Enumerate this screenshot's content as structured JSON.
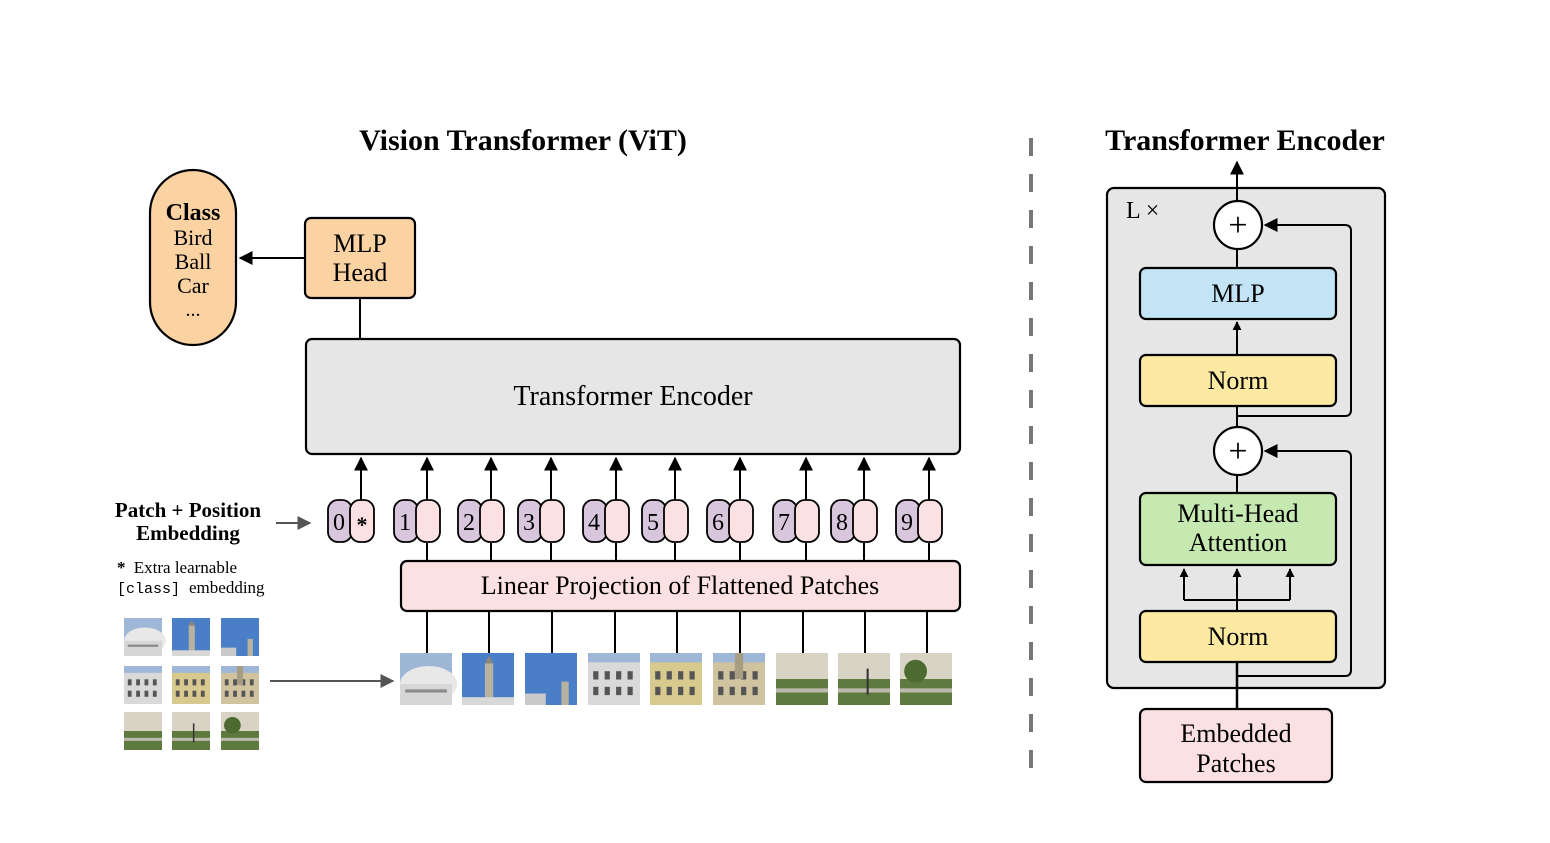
{
  "vit": {
    "title": "Vision Transformer (ViT)",
    "class_box": {
      "heading": "Class",
      "items": [
        "Bird",
        "Ball",
        "Car",
        "..."
      ]
    },
    "mlp_head": {
      "line1": "MLP",
      "line2": "Head"
    },
    "encoder_label": "Transformer Encoder",
    "projection_label": "Linear Projection of Flattened Patches",
    "embedding_label": {
      "line1": "Patch + Position",
      "line2": "Embedding"
    },
    "note": {
      "star": "*",
      "line1": "Extra learnable",
      "code": "[class]",
      "line2_suffix": "embedding"
    },
    "tokens": [
      "0",
      "1",
      "2",
      "3",
      "4",
      "5",
      "6",
      "7",
      "8",
      "9"
    ],
    "class_token_marker": "*"
  },
  "encoder_detail": {
    "title": "Transformer Encoder",
    "repeat_label": "L ×",
    "mlp_label": "MLP",
    "norm_top_label": "Norm",
    "attention": {
      "line1": "Multi-Head",
      "line2": "Attention"
    },
    "norm_bottom_label": "Norm",
    "add_symbol": "+",
    "input": {
      "line1": "Embedded",
      "line2": "Patches"
    }
  },
  "colors": {
    "orange": "#fbd3a3",
    "gray": "#e6e6e6",
    "pink": "#fce1e2",
    "purple": "#d8c6dc",
    "blue": "#c3e4f5",
    "yellow": "#fdeaa2",
    "green": "#c6e8b1",
    "sky": "#4a7fc8",
    "stone": "#c9c2ae",
    "grass": "#5f7a3f"
  }
}
